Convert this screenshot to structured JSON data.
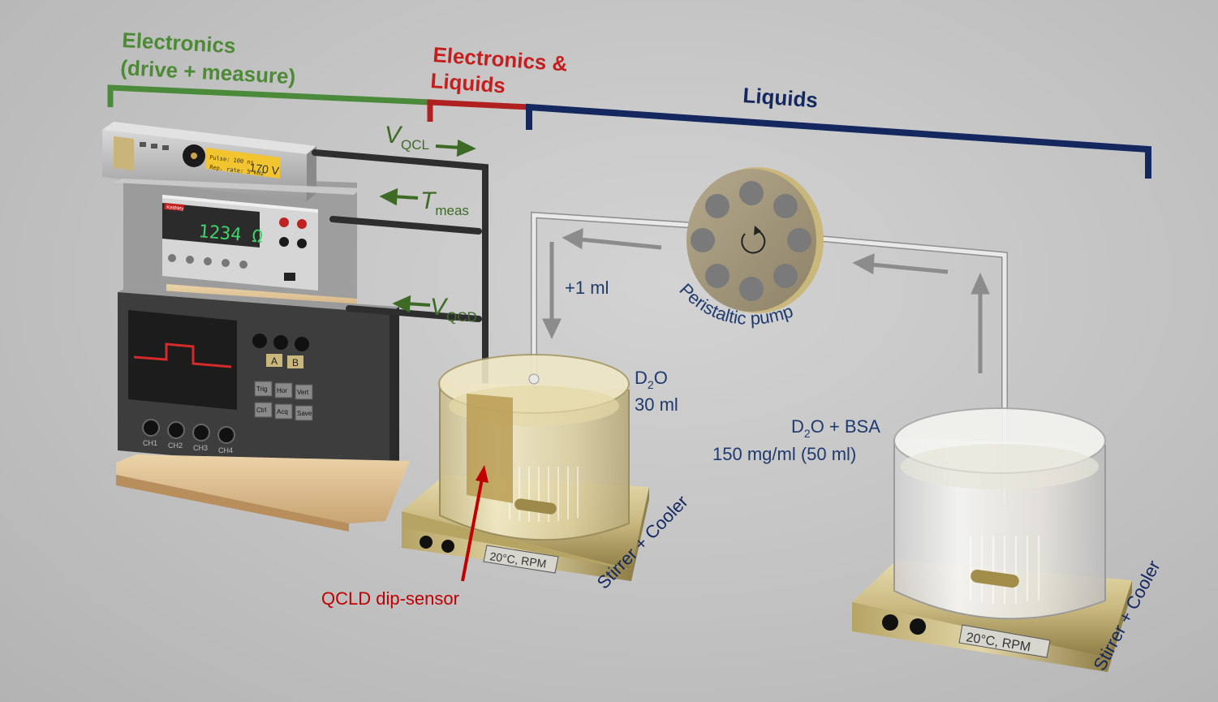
{
  "sections": {
    "electronics_line1": "Electronics",
    "electronics_line2": "(drive + measure)",
    "elec_liquids_line1": "Electronics &",
    "elec_liquids_line2": "Liquids",
    "liquids": "Liquids"
  },
  "signals": {
    "vqcl_main": "V",
    "vqcl_sub": "QCL",
    "tmeas_main": "T",
    "tmeas_sub": "meas",
    "vqcd_main": "V",
    "vqcd_sub": "QCD"
  },
  "devices": {
    "driver_pulse": "Pulse: 100 ns",
    "driver_rep": "Rep. rate: 5 kHz",
    "driver_voltage": "170 V",
    "meter_brand": "Keithley",
    "meter_reading": "1234 Ω",
    "scope_buttons": [
      "A",
      "B"
    ],
    "scope_keys": [
      "Trig",
      "Hor",
      "Vert",
      "Ctrl",
      "Acq",
      "Save"
    ],
    "scope_channels": [
      "CH1",
      "CH2",
      "CH3",
      "CH4"
    ]
  },
  "pump": {
    "label": "Peristaltic pump"
  },
  "flow": {
    "volume": "+1 ml"
  },
  "beaker_left": {
    "line1_main": "D",
    "line1_sub": "2",
    "line1_end": "O",
    "line2": "30 ml",
    "plate": "20°C, RPM",
    "stirrer": "Stirrer + Cooler"
  },
  "beaker_right": {
    "line1_main": "D",
    "line1_sub": "2",
    "line1_end": "O + BSA",
    "line2": "150 mg/ml (50 ml)",
    "plate": "20°C, RPM",
    "stirrer": "Stirrer + Cooler"
  },
  "sensor": {
    "label": "QCLD dip-sensor"
  },
  "colors": {
    "electronics": "#4a8a3a",
    "mixed": "#b02020",
    "liquids": "#14275f",
    "sensor": "#c00000"
  }
}
